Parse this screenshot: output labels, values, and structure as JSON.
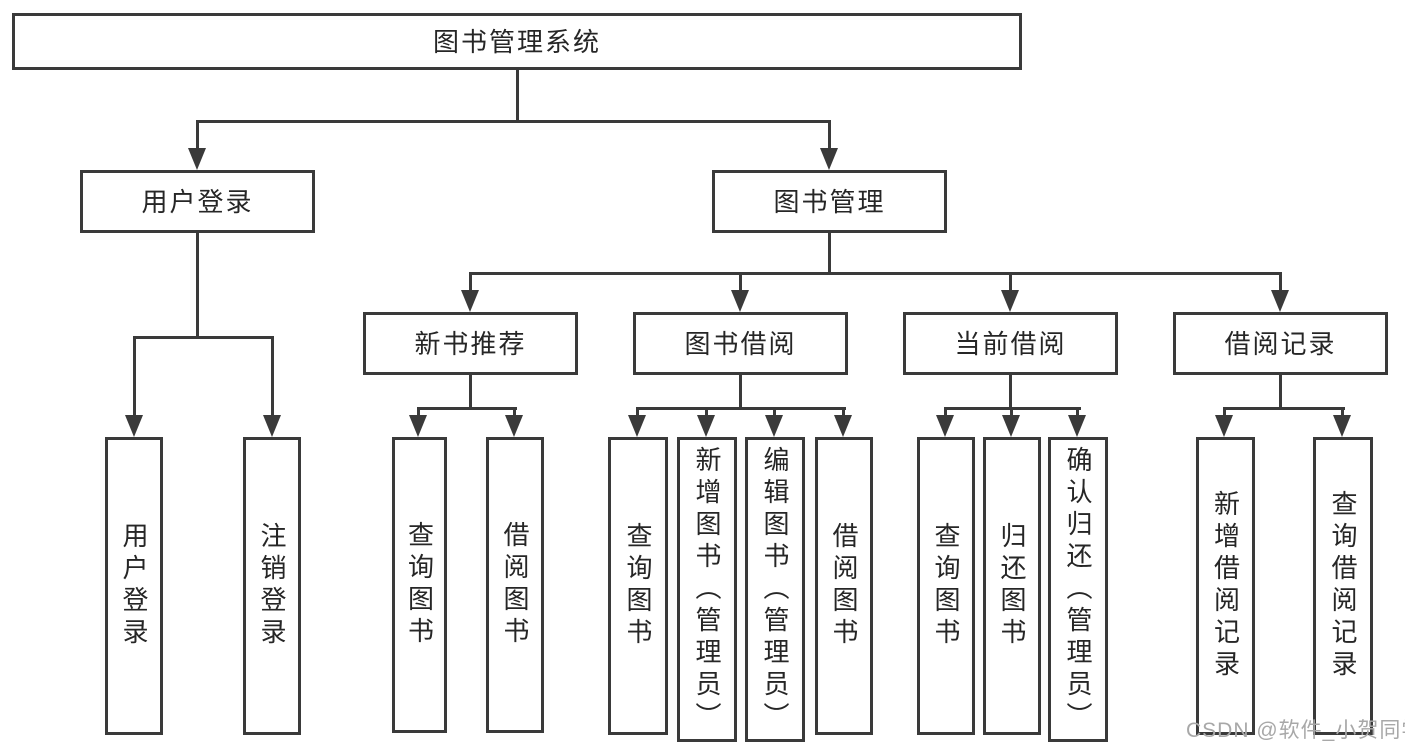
{
  "diagram": {
    "root": "图书管理系统",
    "login": {
      "label": "用户登录",
      "children": [
        "用户登录",
        "注销登录"
      ]
    },
    "management": {
      "label": "图书管理",
      "groups": [
        {
          "label": "新书推荐",
          "children": [
            "查询图书",
            "借阅图书"
          ]
        },
        {
          "label": "图书借阅",
          "children": [
            "查询图书",
            "新增图书（管理员）",
            "编辑图书（管理员）",
            "借阅图书"
          ]
        },
        {
          "label": "当前借阅",
          "children": [
            "查询图书",
            "归还图书",
            "确认归还（管理员）"
          ]
        },
        {
          "label": "借阅记录",
          "children": [
            "新增借阅记录",
            "查询借阅记录"
          ]
        }
      ]
    }
  },
  "watermark": "CSDN @软件_小贺同学",
  "colors": {
    "line": "#3a3a3a",
    "text": "#262626",
    "background": "#ffffff",
    "watermark": "#a8a8a8"
  }
}
